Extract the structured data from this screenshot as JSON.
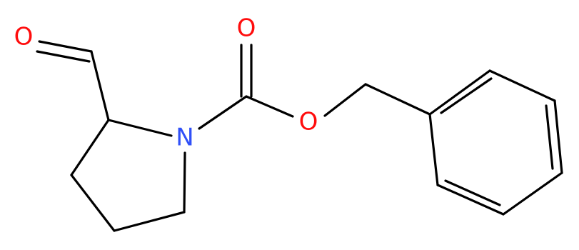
{
  "molecule": {
    "atoms": {
      "aldehyde_oxygen": {
        "symbol": "O",
        "color": "#ff0d0d"
      },
      "carbonyl_oxygen": {
        "symbol": "O",
        "color": "#ff0d0d"
      },
      "ester_oxygen": {
        "symbol": "O",
        "color": "#ff0d0d"
      },
      "ring_nitrogen": {
        "symbol": "N",
        "color": "#3050f8"
      }
    },
    "bond_color": "#000000"
  }
}
